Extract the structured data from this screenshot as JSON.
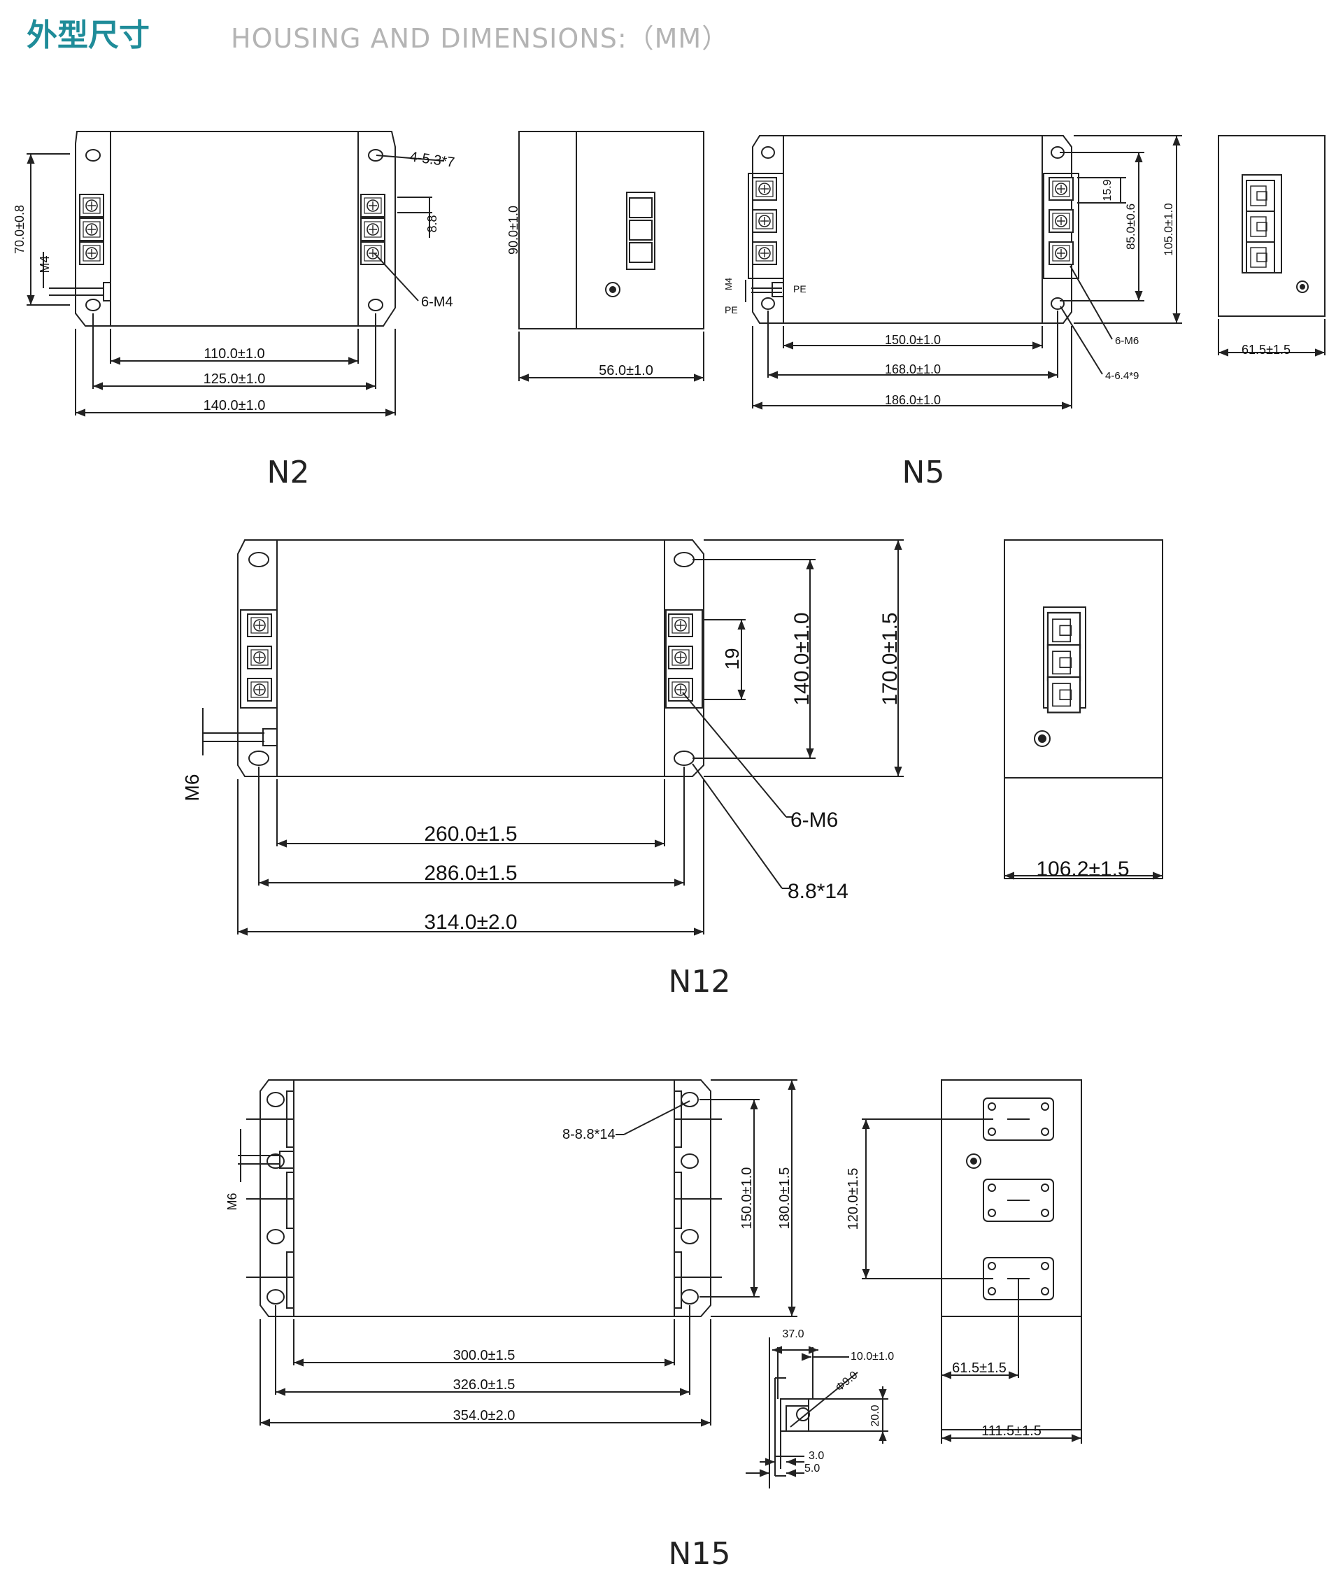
{
  "header": {
    "title_cn": "外型尺寸",
    "title_en": "HOUSING AND DIMENSIONS:（MM）",
    "title_color": "#1f8c99",
    "subtitle_color": "#b4b4b4"
  },
  "n2": {
    "caption": "N2",
    "front": {
      "hole_spec": "4-5.3*7",
      "terminal_spec": "6-M4",
      "pitch": "8.8",
      "height": "70.0±0.8",
      "ground": "M4",
      "dim_a": "110.0±1.0",
      "dim_b": "125.0±1.0",
      "dim_c": "140.0±1.0"
    },
    "side": {
      "height": "90.0±1.0",
      "width": "56.0±1.0"
    }
  },
  "n5": {
    "caption": "N5",
    "front": {
      "pitch": "15.9",
      "dim_h1": "85.0±0.6",
      "dim_h2": "105.0±1.0",
      "terminal_spec": "6-M6",
      "hole_spec": "4-6.4*9",
      "pe_top": "PE",
      "pe_bottom": "PE",
      "ground": "M4",
      "dim_a": "150.0±1.0",
      "dim_b": "168.0±1.0",
      "dim_c": "186.0±1.0"
    },
    "side": {
      "width": "61.5±1.5"
    }
  },
  "n12": {
    "caption": "N12",
    "front": {
      "pitch": "19",
      "dim_h1": "140.0±1.0",
      "dim_h2": "170.0±1.5",
      "ground": "M6",
      "terminal_spec": "6-M6",
      "hole_spec": "8.8*14",
      "dim_a": "260.0±1.5",
      "dim_b": "286.0±1.5",
      "dim_c": "314.0±2.0"
    },
    "side": {
      "width": "106.2±1.5"
    }
  },
  "n15": {
    "caption": "N15",
    "front": {
      "hole_spec": "8-8.8*14",
      "ground": "M6",
      "dim_h1": "150.0±1.0",
      "dim_h2": "180.0±1.5",
      "dim_a": "300.0±1.5",
      "dim_b": "326.0±1.5",
      "dim_c": "354.0±2.0"
    },
    "detail": {
      "width": "37.0",
      "offset": "10.0±1.0",
      "hole": "Φ9.0",
      "height": "20.0",
      "thick1": "3.0",
      "thick2": "5.0"
    },
    "side": {
      "spacing": "120.0±1.5",
      "inner": "61.5±1.5",
      "width": "111.5±1.5"
    }
  }
}
